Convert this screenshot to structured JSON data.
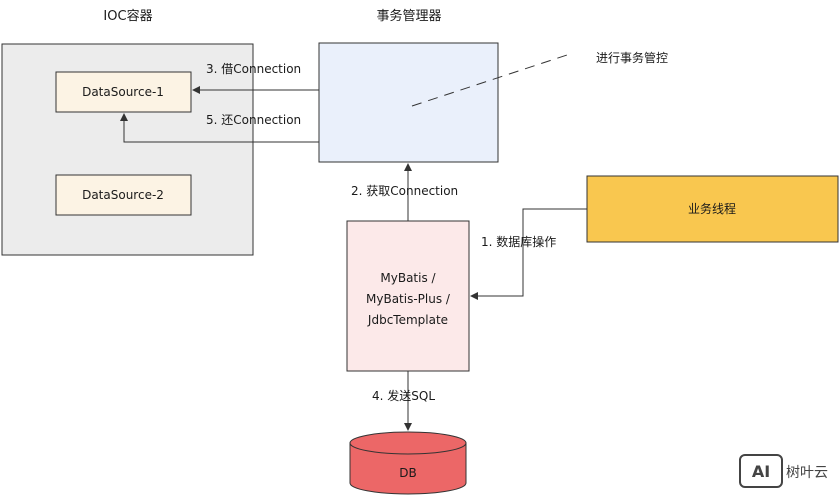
{
  "ioc_container": {
    "title": "IOC容器",
    "datasource1": "DataSource-1",
    "datasource2": "DataSource-2"
  },
  "transaction_manager": {
    "title": "事务管理器",
    "annotation": "进行事务管控"
  },
  "business_thread": {
    "label": "业务线程"
  },
  "orm_framework": {
    "lines": [
      "MyBatis /",
      "MyBatis-Plus /",
      "JdbcTemplate"
    ]
  },
  "database": {
    "label": "DB"
  },
  "steps": {
    "step1": "1. 数据库操作",
    "step2": "2. 获取Connection",
    "step3": "3. 借Connection",
    "step4": "4. 发送SQL",
    "step5": "5. 还Connection"
  },
  "watermark": {
    "logo_text": "AI",
    "brand": "树叶云"
  },
  "colors": {
    "ioc_fill": "#ececec",
    "datasource_fill": "#fcf3e4",
    "tx_manager_fill": "#eaf0fb",
    "business_fill": "#f9c74f",
    "orm_fill": "#fce9e9",
    "db_fill": "#ec6767",
    "stroke": "#333333"
  }
}
